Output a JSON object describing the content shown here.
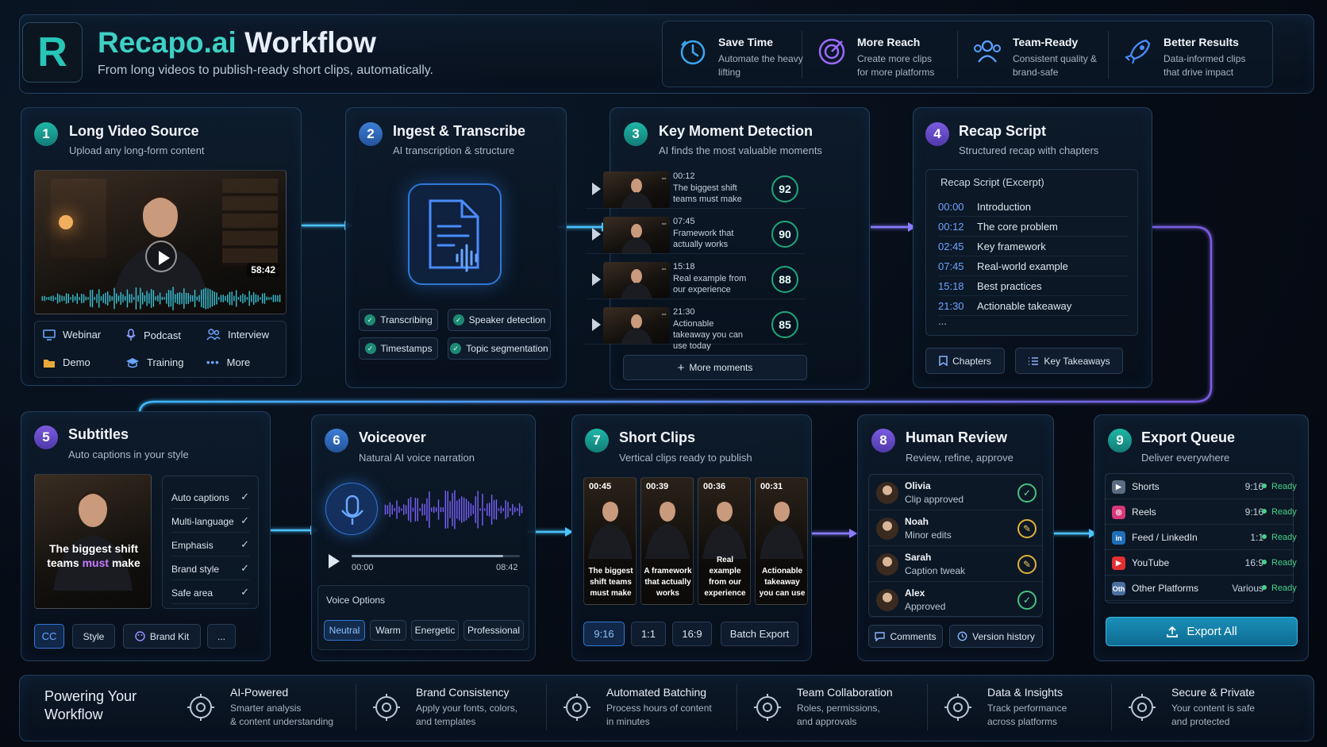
{
  "header": {
    "brand": "Recapo.ai",
    "title_rest": "Workflow",
    "subtitle": "From long videos to publish-ready short clips, automatically.",
    "logo_letter": "R"
  },
  "benefits": [
    {
      "title": "Save Time",
      "desc": "Automate the heavy lifting",
      "icon": "clock-icon"
    },
    {
      "title": "More Reach",
      "desc": "Create more clips for more platforms",
      "icon": "target-icon"
    },
    {
      "title": "Team-Ready",
      "desc": "Consistent quality & brand-safe",
      "icon": "team-icon"
    },
    {
      "title": "Better Results",
      "desc": "Data-informed clips that drive impact",
      "icon": "rocket-icon"
    }
  ],
  "steps": {
    "s1": {
      "num": "1",
      "title": "Long Video Source",
      "desc": "Upload any long-form content",
      "duration": "58:42",
      "types": [
        "Webinar",
        "Podcast",
        "Interview",
        "Demo",
        "Training",
        "More"
      ]
    },
    "s2": {
      "num": "2",
      "title": "Ingest & Transcribe",
      "desc": "AI transcription & structure",
      "chips": [
        "Transcribing",
        "Speaker detection",
        "Timestamps",
        "Topic segmentation"
      ]
    },
    "s3": {
      "num": "3",
      "title": "Key Moment Detection",
      "desc": "AI finds the most valuable moments",
      "moments": [
        {
          "time": "00:12",
          "text": "The biggest shift teams must make",
          "score": "92"
        },
        {
          "time": "07:45",
          "text": "Framework that actually works",
          "score": "90"
        },
        {
          "time": "15:18",
          "text": "Real example from our experience",
          "score": "88"
        },
        {
          "time": "21:30",
          "text": "Actionable takeaway you can use today",
          "score": "85"
        }
      ],
      "more": "More moments"
    },
    "s4": {
      "num": "4",
      "title": "Recap Script",
      "desc": "Structured recap with chapters",
      "box_title": "Recap Script (Excerpt)",
      "rows": [
        {
          "t": "00:00",
          "l": "Introduction"
        },
        {
          "t": "00:12",
          "l": "The core problem"
        },
        {
          "t": "02:45",
          "l": "Key framework"
        },
        {
          "t": "07:45",
          "l": "Real-world example"
        },
        {
          "t": "15:18",
          "l": "Best practices"
        },
        {
          "t": "21:30",
          "l": "Actionable takeaway"
        }
      ],
      "ellipsis": "...",
      "buttons": [
        "Chapters",
        "Key Takeaways"
      ]
    },
    "s5": {
      "num": "5",
      "title": "Subtitles",
      "desc": "Auto captions in your style",
      "caption_a": "The biggest shift",
      "caption_b": "teams",
      "caption_em": "must",
      "caption_c": "make",
      "features": [
        "Auto captions",
        "Multi-language",
        "Emphasis",
        "Brand style",
        "Safe area"
      ],
      "buttons": [
        "CC",
        "Style",
        "Brand Kit",
        "..."
      ]
    },
    "s6": {
      "num": "6",
      "title": "Voiceover",
      "desc": "Natural AI voice narration",
      "time_start": "00:00",
      "time_end": "08:42",
      "progress": 0.9,
      "options_title": "Voice Options",
      "options": [
        "Neutral",
        "Warm",
        "Energetic",
        "Professional"
      ]
    },
    "s7": {
      "num": "7",
      "title": "Short Clips",
      "desc": "Vertical clips ready to publish",
      "clips": [
        {
          "d": "00:45",
          "c": "The biggest shift teams must make"
        },
        {
          "d": "00:39",
          "c": "A framework that actually works"
        },
        {
          "d": "00:36",
          "c": "Real example from our experience"
        },
        {
          "d": "00:31",
          "c": "Actionable takeaway you can use"
        }
      ],
      "ratios": [
        "9:16",
        "1:1",
        "16:9"
      ],
      "batch": "Batch Export"
    },
    "s8": {
      "num": "8",
      "title": "Human Review",
      "desc": "Review, refine, approve",
      "reviews": [
        {
          "name": "Olivia",
          "status": "Clip approved",
          "state": "ok"
        },
        {
          "name": "Noah",
          "status": "Minor edits",
          "state": "edit"
        },
        {
          "name": "Sarah",
          "status": "Caption tweak",
          "state": "edit"
        },
        {
          "name": "Alex",
          "status": "Approved",
          "state": "ok"
        }
      ],
      "buttons": [
        "Comments",
        "Version history"
      ]
    },
    "s9": {
      "num": "9",
      "title": "Export Queue",
      "desc": "Deliver everywhere",
      "exports": [
        {
          "name": "Shorts",
          "ratio": "9:16",
          "status": "Ready",
          "color": "#5b6b80",
          "abbr": "▶"
        },
        {
          "name": "Reels",
          "ratio": "9:16",
          "status": "Ready",
          "color": "#d6387a",
          "abbr": "◎"
        },
        {
          "name": "Feed / LinkedIn",
          "ratio": "1:1",
          "status": "Ready",
          "color": "#1f6fb8",
          "abbr": "in"
        },
        {
          "name": "YouTube",
          "ratio": "16:9",
          "status": "Ready",
          "color": "#e23030",
          "abbr": "▶"
        },
        {
          "name": "Other Platforms",
          "ratio": "Various",
          "status": "Ready",
          "color": "#4a6fa0",
          "abbr": "Oth"
        }
      ],
      "export_all": "Export All"
    }
  },
  "footer": {
    "heading_a": "Powering Your",
    "heading_b": "Workflow",
    "features": [
      {
        "title": "AI-Powered",
        "d1": "Smarter analysis",
        "d2": "& content understanding"
      },
      {
        "title": "Brand Consistency",
        "d1": "Apply your fonts, colors,",
        "d2": "and templates"
      },
      {
        "title": "Automated Batching",
        "d1": "Process hours of content",
        "d2": "in minutes"
      },
      {
        "title": "Team Collaboration",
        "d1": "Roles, permissions,",
        "d2": "and approvals"
      },
      {
        "title": "Data & Insights",
        "d1": "Track performance",
        "d2": "across platforms"
      },
      {
        "title": "Secure & Private",
        "d1": "Your content is safe",
        "d2": "and protected"
      }
    ]
  },
  "colors": {
    "teal": "#3fd0c4",
    "blue": "#3c7ed6",
    "purple": "#7b5be0",
    "ready": "#46d08a",
    "accent_line": "#3fb8ff"
  }
}
